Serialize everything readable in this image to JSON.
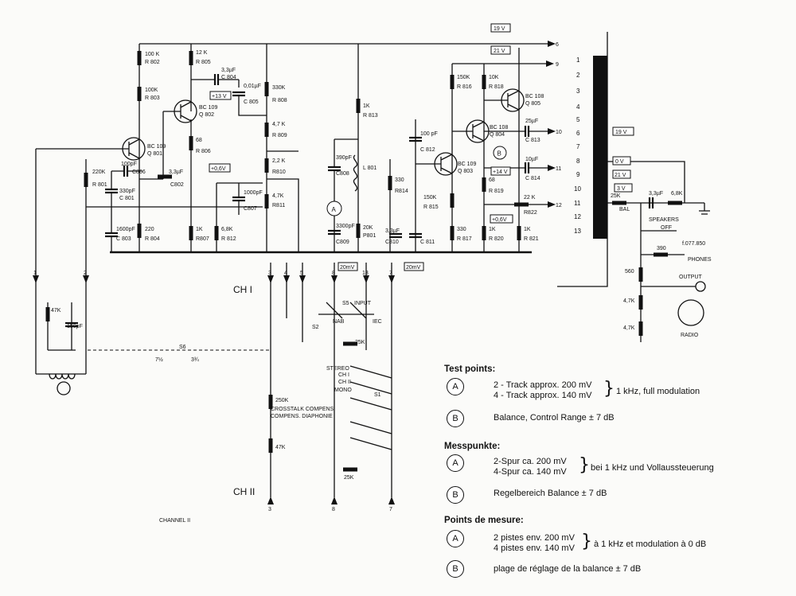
{
  "labels": {
    "v19": "19 V",
    "v21": "21 V",
    "v13": "+13 V",
    "v06": "+0,6V",
    "v14": "+14 V",
    "v06b": "+0,6V",
    "v0": "0 V",
    "v3": "3 V",
    "mv20a": "20mV",
    "mv20b": "20mV",
    "ch1": "CH I",
    "ch2": "CH II",
    "channel2": "CHANNEL II",
    "input": "INPUT",
    "s5": "S5",
    "nab": "NAB",
    "iec": "IEC",
    "s2": "S2",
    "s6": "S6",
    "s1": "S1",
    "speed1": "7½",
    "speed2": "3¾",
    "stereo": "STEREO",
    "chI": "CH I",
    "chII": "CH II",
    "mono": "MONO",
    "crosstalk1": "CROSSTALK COMPENS",
    "crosstalk2": "COMPENS. DIAPHONIE",
    "r250k": "250K",
    "r47k": "47K",
    "r25k": "25K",
    "r25kb": "25K",
    "r25kbal": "25K",
    "bal": "BAL",
    "r47ka": "47K",
    "c150p": "150pF",
    "speakers": "SPEAKERS",
    "off": "OFF",
    "f077": "f.077.850",
    "r390": "390",
    "phones": "PHONES",
    "r560": "560",
    "output": "OUTPUT",
    "r47kb": "4,7K",
    "r47kc": "4,7K",
    "radio": "RADIO",
    "c33u": "3,3µF",
    "r68k": "6,8K",
    "pin6": "6",
    "pin9": "9",
    "pin10": "10",
    "pin11": "11",
    "pin12": "12",
    "pn1": "1",
    "pn2": "2",
    "pn3": "3",
    "pn4": "4",
    "pn5": "5",
    "pn8": "8",
    "pn13": "13",
    "pn7": "7",
    "bp3": "3",
    "bp8": "8",
    "bp7": "7",
    "tpA": "A",
    "tpB": "B",
    "q801a": "BC 109",
    "q801b": "Q 801",
    "q802a": "BC 109",
    "q802b": "Q 802",
    "q803a": "BC 109",
    "q803b": "Q 803",
    "q804a": "BC 108",
    "q804b": "Q 804",
    "q805a": "BC 108",
    "q805b": "Q 805",
    "r802": "100 K",
    "r802n": "R 802",
    "r803": "100K",
    "r803n": "R 803",
    "r801": "220K",
    "r801n": "R 801",
    "c806": "100pF",
    "c806n": "C806",
    "c801": "330pF",
    "c801n": "C 801",
    "c803": "1600pF",
    "c803n": "C 803",
    "r804": "220",
    "r804n": "R 804",
    "r805": "12 K",
    "r805n": "R 805",
    "c804": "3,3µF",
    "c804n": "C 804",
    "r806": "68",
    "r806n": "R 806",
    "c802": "3,3µF",
    "c802n": "C802",
    "r807": "1K",
    "r807n": "R807",
    "r812": "6,8K",
    "r812n": "R 812",
    "c805": "0,01µF",
    "c805n": "C 805",
    "r808": "330K",
    "r808n": "R 808",
    "r809": "4,7 K",
    "r809n": "R 809",
    "r810": "2,2 K",
    "r810n": "R810",
    "c807": "1000pF",
    "c807n": "C807",
    "r811": "4,7K",
    "r811n": "R811",
    "r813": "1K",
    "r813n": "R 813",
    "c808": "390pF",
    "c808n": "C808",
    "l801": "L 801",
    "c809": "3300pF",
    "c809n": "C809",
    "p801": "20K",
    "p801n": "P801",
    "c810": "3,3µF",
    "c810n": "C810",
    "c811": "C 811",
    "r814": "330",
    "r814n": "R814",
    "c812": "100 pF",
    "c812n": "C 812",
    "r816": "150K",
    "r816n": "R 816",
    "r815": "150K",
    "r815n": "R 815",
    "r817": "330",
    "r817n": "R 817",
    "r818": "10K",
    "r818n": "R 818",
    "c813": "25µF",
    "c813n": "C 813",
    "c814": "10µF",
    "c814n": "C 814",
    "r819": "68",
    "r819n": "R 819",
    "r820": "1K",
    "r820n": "R 820",
    "r821": "1K",
    "r821n": "R 821",
    "r822": "22 K",
    "r822n": "R822"
  },
  "test_points": {
    "en_heading": "Test points:",
    "en_a_line1": "2 - Track approx. 200 mV",
    "en_a_line2": "4 - Track approx. 140 mV",
    "en_a_cond": "1 kHz, full modulation",
    "en_b": "Balance, Control Range ± 7 dB",
    "de_heading": "Messpunkte:",
    "de_a_line1": "2-Spur ca. 200 mV",
    "de_a_line2": "4-Spur ca. 140 mV",
    "de_a_cond": "bei 1 kHz und Vollaussteuerung",
    "de_b": "Regelbereich Balance ± 7 dB",
    "fr_heading": "Points de mesure:",
    "fr_a_line1": "2 pistes env. 200 mV",
    "fr_a_line2": "4 pistes env. 140 mV",
    "fr_a_cond": "à 1 kHz et modulation à 0 dB",
    "fr_b": "plage de réglage de la balance ± 7 dB",
    "marker_a": "A",
    "marker_b": "B"
  },
  "connector_pins": [
    "1",
    "2",
    "3",
    "4",
    "5",
    "6",
    "7",
    "8",
    "9",
    "10",
    "11",
    "12",
    "13"
  ]
}
